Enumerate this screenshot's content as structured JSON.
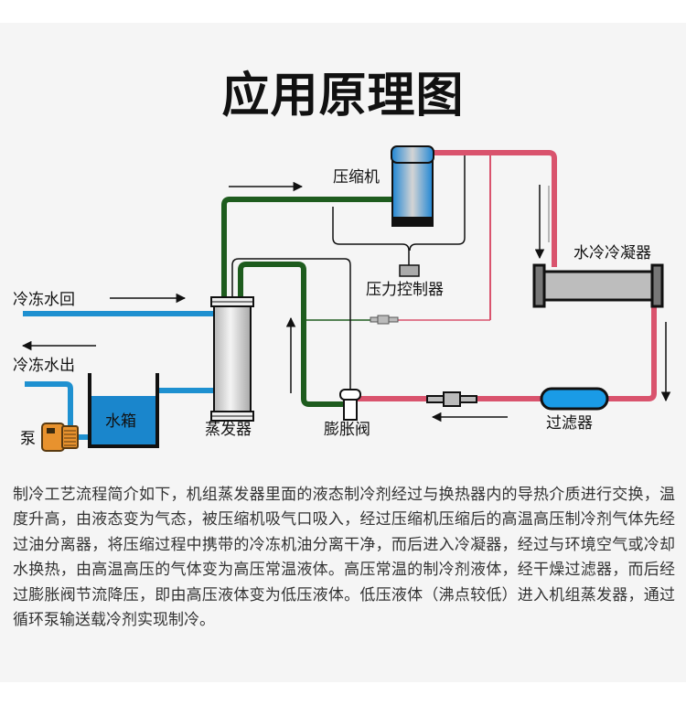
{
  "title": "应用原理图",
  "labels": {
    "compressor": "压缩机",
    "pressure_controller": "压力控制器",
    "water_cooled_condenser": "水冷冷凝器",
    "chilled_water_return": "冷冻水回",
    "chilled_water_out": "冷冻水出",
    "water_tank": "水箱",
    "pump": "泵",
    "evaporator": "蒸发器",
    "expansion_valve": "膨胀阀",
    "filter": "过滤器"
  },
  "colors": {
    "refrigerant_low": "#1e5c1e",
    "refrigerant_high": "#d9536d",
    "chilled_water": "#1e90d0",
    "water_tank": "#1a86cc",
    "pump": "#e8922e",
    "filter": "#1a9be6",
    "background": "#f5f5f5"
  },
  "description": "制冷工艺流程简介如下，机组蒸发器里面的液态制冷剂经过与换热器内的导热介质进行交换，温度升高，由液态变为气态，被压缩机吸气口吸入，经过压缩机压缩后的高温高压制冷剂气体先经过油分离器，将压缩过程中携带的冷冻机油分离干净，而后进入冷凝器，经过与环境空气或冷却水换热，由高温高压的气体变为高压常温液体。高压常温的制冷剂液体，经干燥过滤器，而后经过膨胀阀节流降压，即由高压液体变为低压液体。低压液体（沸点较低）进入机组蒸发器，通过循环泵输送载冷剂实现制冷。"
}
